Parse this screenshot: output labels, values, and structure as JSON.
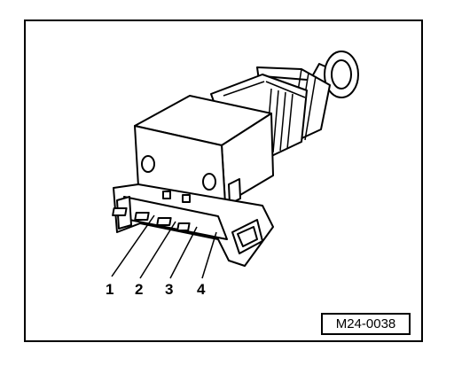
{
  "figure": {
    "subject": "switch-with-4-pin-connector",
    "callouts": [
      "1",
      "2",
      "3",
      "4"
    ],
    "reference_code": "M24-0038",
    "colors": {
      "ink": "#000000",
      "paper": "#ffffff"
    }
  }
}
